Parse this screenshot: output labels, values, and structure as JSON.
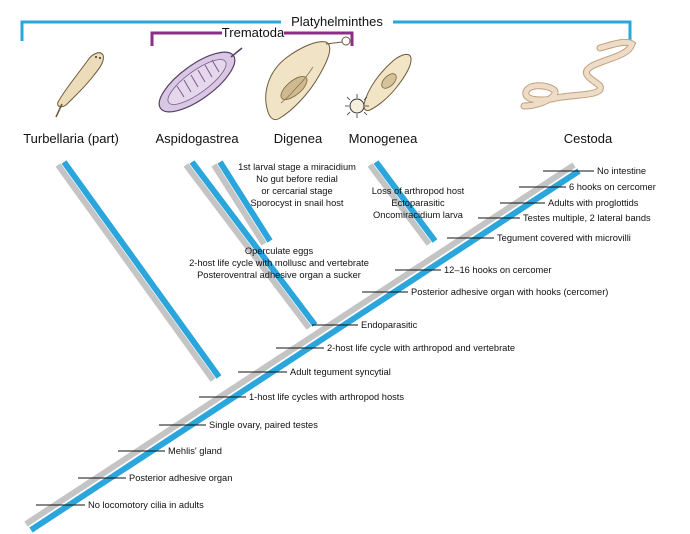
{
  "colors": {
    "platyhelminthes_bracket": "#27a8d8",
    "trematoda_bracket": "#8b2f86",
    "branch_blue": "#2aa6dc",
    "branch_gray": "#c4c4c4"
  },
  "groups": {
    "platyhelminthes": "Platyhelminthes",
    "trematoda": "Trematoda"
  },
  "taxa": [
    {
      "label": "Turbellaria (part)",
      "icon": "turbellarian-flatworm-illustration"
    },
    {
      "label": "Aspidogastrea",
      "icon": "aspidogastrean-illustration"
    },
    {
      "label": "Digenea",
      "icon": "digenean-fluke-illustration"
    },
    {
      "label": "Monogenea",
      "icon": "monogenean-illustration"
    },
    {
      "label": "Cestoda",
      "icon": "tapeworm-illustration"
    }
  ],
  "characters": [
    "No locomotory cilia in adults",
    "Posterior adhesive organ",
    "Mehlis' gland",
    "Single ovary, paired testes",
    "1-host life cycles with arthropod hosts",
    "Adult tegument syncytial",
    "2-host life cycle with arthropod and vertebrate",
    "Endoparasitic",
    "Posterior adhesive organ with hooks (cercomer)",
    "12–16 hooks on cercomer",
    "Tegument covered with microvilli",
    "Testes multiple, 2 lateral bands",
    "Adults with proglottids",
    "6 hooks on cercomer",
    "No intestine"
  ],
  "trematoda_notes": [
    "Operculate eggs",
    "2-host life cycle with mollusc and vertebrate",
    "Posteroventral adhesive organ a sucker"
  ],
  "digenea_notes": [
    "1st larval stage a miracidium",
    "No gut before redial",
    "or cercarial stage",
    "Sporocyst in snail host"
  ],
  "monogenea_notes": [
    "Loss of arthropod host",
    "Ectoparasitic",
    "Oncomiracidium larva"
  ]
}
